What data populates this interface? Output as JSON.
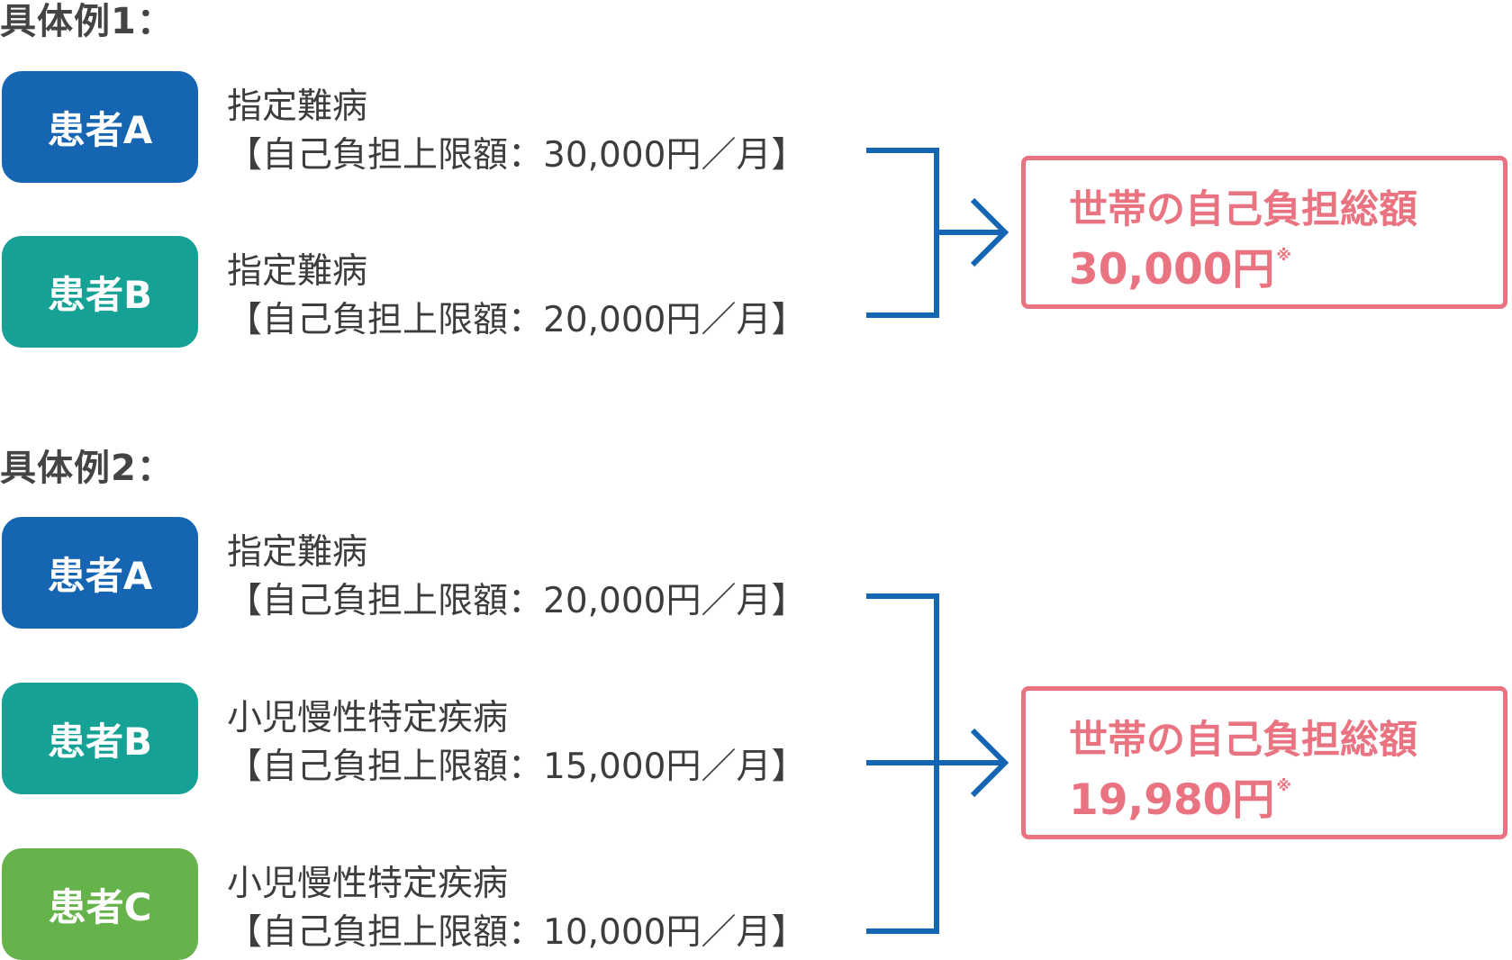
{
  "examples": [
    {
      "title": "具体例1：",
      "patients": [
        {
          "badge": "患者A",
          "color": "#1565b3",
          "disease": "指定難病",
          "limit": "【自己負担上限額：30,000円／月】"
        },
        {
          "badge": "患者B",
          "color": "#16a196",
          "disease": "指定難病",
          "limit": "【自己負担上限額：20,000円／月】"
        }
      ],
      "total": {
        "label": "世帯の自己負担総額",
        "amount": "30,000円",
        "mark": "※"
      }
    },
    {
      "title": "具体例2：",
      "patients": [
        {
          "badge": "患者A",
          "color": "#1565b3",
          "disease": "指定難病",
          "limit": "【自己負担上限額：20,000円／月】"
        },
        {
          "badge": "患者B",
          "color": "#16a196",
          "disease": "小児慢性特定疾病",
          "limit": "【自己負担上限額：15,000円／月】"
        },
        {
          "badge": "患者C",
          "color": "#66b34b",
          "disease": "小児慢性特定疾病",
          "limit": "【自己負担上限額：10,000円／月】"
        }
      ],
      "total": {
        "label": "世帯の自己負担総額",
        "amount": "19,980円",
        "mark": "※"
      }
    }
  ],
  "colors": {
    "connector": "#1565b3",
    "total_accent": "#ea7381",
    "text": "#3d3d3d"
  }
}
